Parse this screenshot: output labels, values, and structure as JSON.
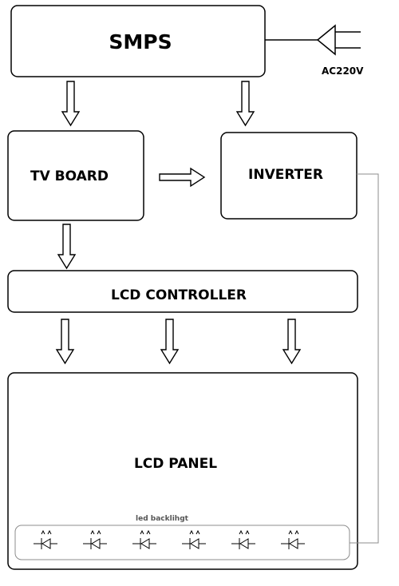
{
  "blocks": {
    "smps": "SMPS",
    "tv_board": "TV BOARD",
    "inverter": "INVERTER",
    "lcd_controller": "LCD CONTROLLER",
    "lcd_panel": "LCD PANEL"
  },
  "power_input": "AC220V",
  "backlight_label": "led backlihgt",
  "led_count": 6
}
